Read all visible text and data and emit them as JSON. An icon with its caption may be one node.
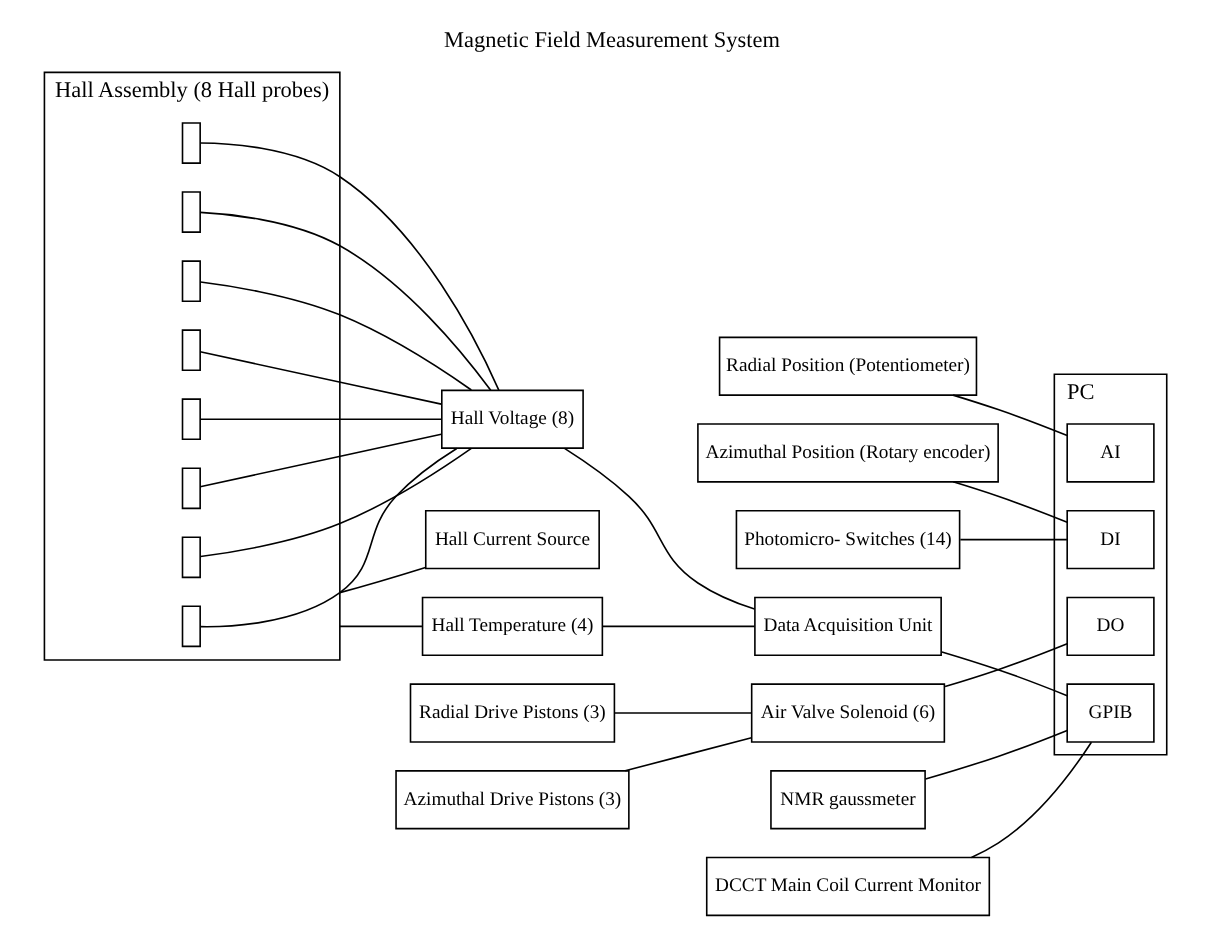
{
  "diagram": {
    "title": "Magnetic Field Measurement System",
    "nodes": [
      {
        "text": [
          "Hall Assembly (8 Hall probes)"
        ]
      },
      {
        "text": [],
        "shape": "box",
        "in": 0
      },
      {
        "text": [],
        "shape": "box",
        "in": 0
      },
      {
        "text": [],
        "shape": "box",
        "in": 0
      },
      {
        "text": [],
        "shape": "box",
        "in": 0
      },
      {
        "text": [],
        "shape": "box",
        "in": 0
      },
      {
        "text": [],
        "shape": "box",
        "in": 0
      },
      {
        "text": [],
        "shape": "box",
        "in": 0
      },
      {
        "text": [],
        "shape": "box",
        "in": 0
      },
      {
        "text": [
          "Radial Position (Potentiometer)"
        ]
      },
      {
        "text": [
          "Azimuthal Position (Rotary encoder)"
        ]
      },
      {
        "text": [
          "Photomicro- Switches (14)"
        ]
      },
      {
        "text": [
          "Radial Drive Pistons (3)"
        ]
      },
      {
        "text": [
          "Azimuthal Drive Pistons (3)"
        ]
      },
      {
        "text": [
          "Hall Voltage (8)"
        ]
      },
      {
        "text": [
          "Hall Temperature (4)"
        ]
      },
      {
        "text": [
          "Hall Current Source"
        ]
      },
      {
        "text": [
          "Air Valve Solenoid (6)"
        ]
      },
      {
        "text": [
          "Data Acquisition Unit"
        ]
      },
      {
        "text": [
          "NMR gaussmeter"
        ]
      },
      {
        "text": [
          "PC"
        ]
      },
      {
        "text": [
          "AI"
        ],
        "in": 20
      },
      {
        "text": [
          "DI"
        ],
        "in": 20
      },
      {
        "text": [
          "DO"
        ],
        "in": 20
      },
      {
        "text": [
          "GPIB"
        ],
        "in": 20
      },
      {
        "text": [
          "DCCT Main Coil Current Monitor"
        ]
      }
    ],
    "edges": [
      {
        "from": 1,
        "to": 14,
        "arrow": "none"
      },
      {
        "from": 2,
        "to": 14,
        "arrow": "none"
      },
      {
        "from": 3,
        "to": 14,
        "arrow": "none"
      },
      {
        "from": 4,
        "to": 14,
        "arrow": "none"
      },
      {
        "from": 5,
        "to": 14,
        "arrow": "none"
      },
      {
        "from": 6,
        "to": 14,
        "arrow": "none"
      },
      {
        "from": 7,
        "to": 14,
        "arrow": "none"
      },
      {
        "from": 8,
        "to": 14,
        "arrow": "none"
      },
      {
        "from": 0,
        "to": 15,
        "arrow": "none"
      },
      {
        "from": 0,
        "to": 16,
        "arrow": "none"
      },
      {
        "from": 9,
        "to": 21,
        "arrow": "none"
      },
      {
        "from": 10,
        "to": 22,
        "arrow": "none"
      },
      {
        "from": 11,
        "to": 22,
        "arrow": "none"
      },
      {
        "from": 12,
        "to": 17,
        "arrow": "none"
      },
      {
        "from": 13,
        "to": 17,
        "arrow": "none"
      },
      {
        "from": 17,
        "to": 23,
        "arrow": "none"
      },
      {
        "from": 14,
        "to": 18,
        "arrow": "none"
      },
      {
        "from": 15,
        "to": 18,
        "arrow": "none"
      },
      {
        "from": 18,
        "to": 24,
        "arrow": "none"
      },
      {
        "from": 19,
        "to": 24,
        "arrow": "none"
      },
      {
        "from": 25,
        "to": 24,
        "arrow": "none"
      }
    ]
  }
}
